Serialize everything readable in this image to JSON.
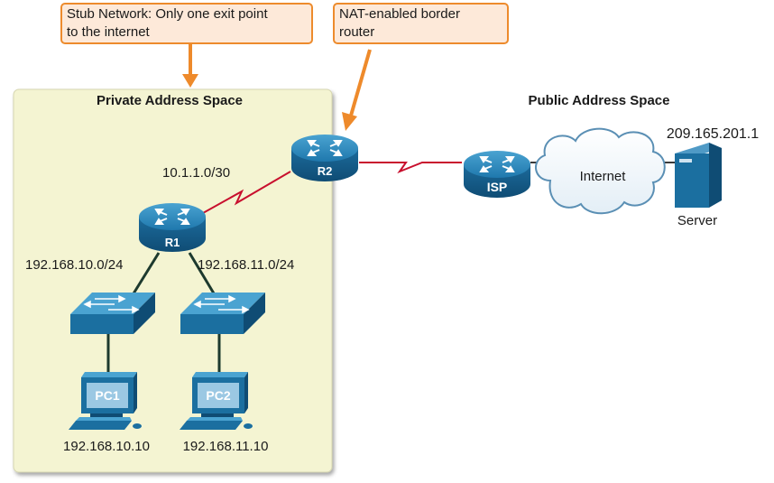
{
  "callouts": {
    "stub_line1": "Stub Network: Only one exit point",
    "stub_line2": "to the internet",
    "nat_line1": "NAT-enabled border",
    "nat_line2": "router"
  },
  "zones": {
    "private_title": "Private Address Space",
    "public_title": "Public Address Space"
  },
  "devices": {
    "r1": "R1",
    "r2": "R2",
    "isp": "ISP",
    "pc1": "PC1",
    "pc2": "PC2",
    "internet": "Internet",
    "server": "Server"
  },
  "addresses": {
    "r1_r2_link": "10.1.1.0/30",
    "lan1": "192.168.10.0/24",
    "lan2": "192.168.11.0/24",
    "pc1_ip": "192.168.10.10",
    "pc2_ip": "192.168.11.10",
    "server_ip": "209.165.201.1"
  },
  "colors": {
    "callout_border": "#ed8b2c",
    "callout_fill": "#fde9d9",
    "arrow": "#ee8a2b",
    "private_zone_fill": "#f4f4d2",
    "wan_link": "#c8102e",
    "device_blue": "#1b6fa0"
  }
}
